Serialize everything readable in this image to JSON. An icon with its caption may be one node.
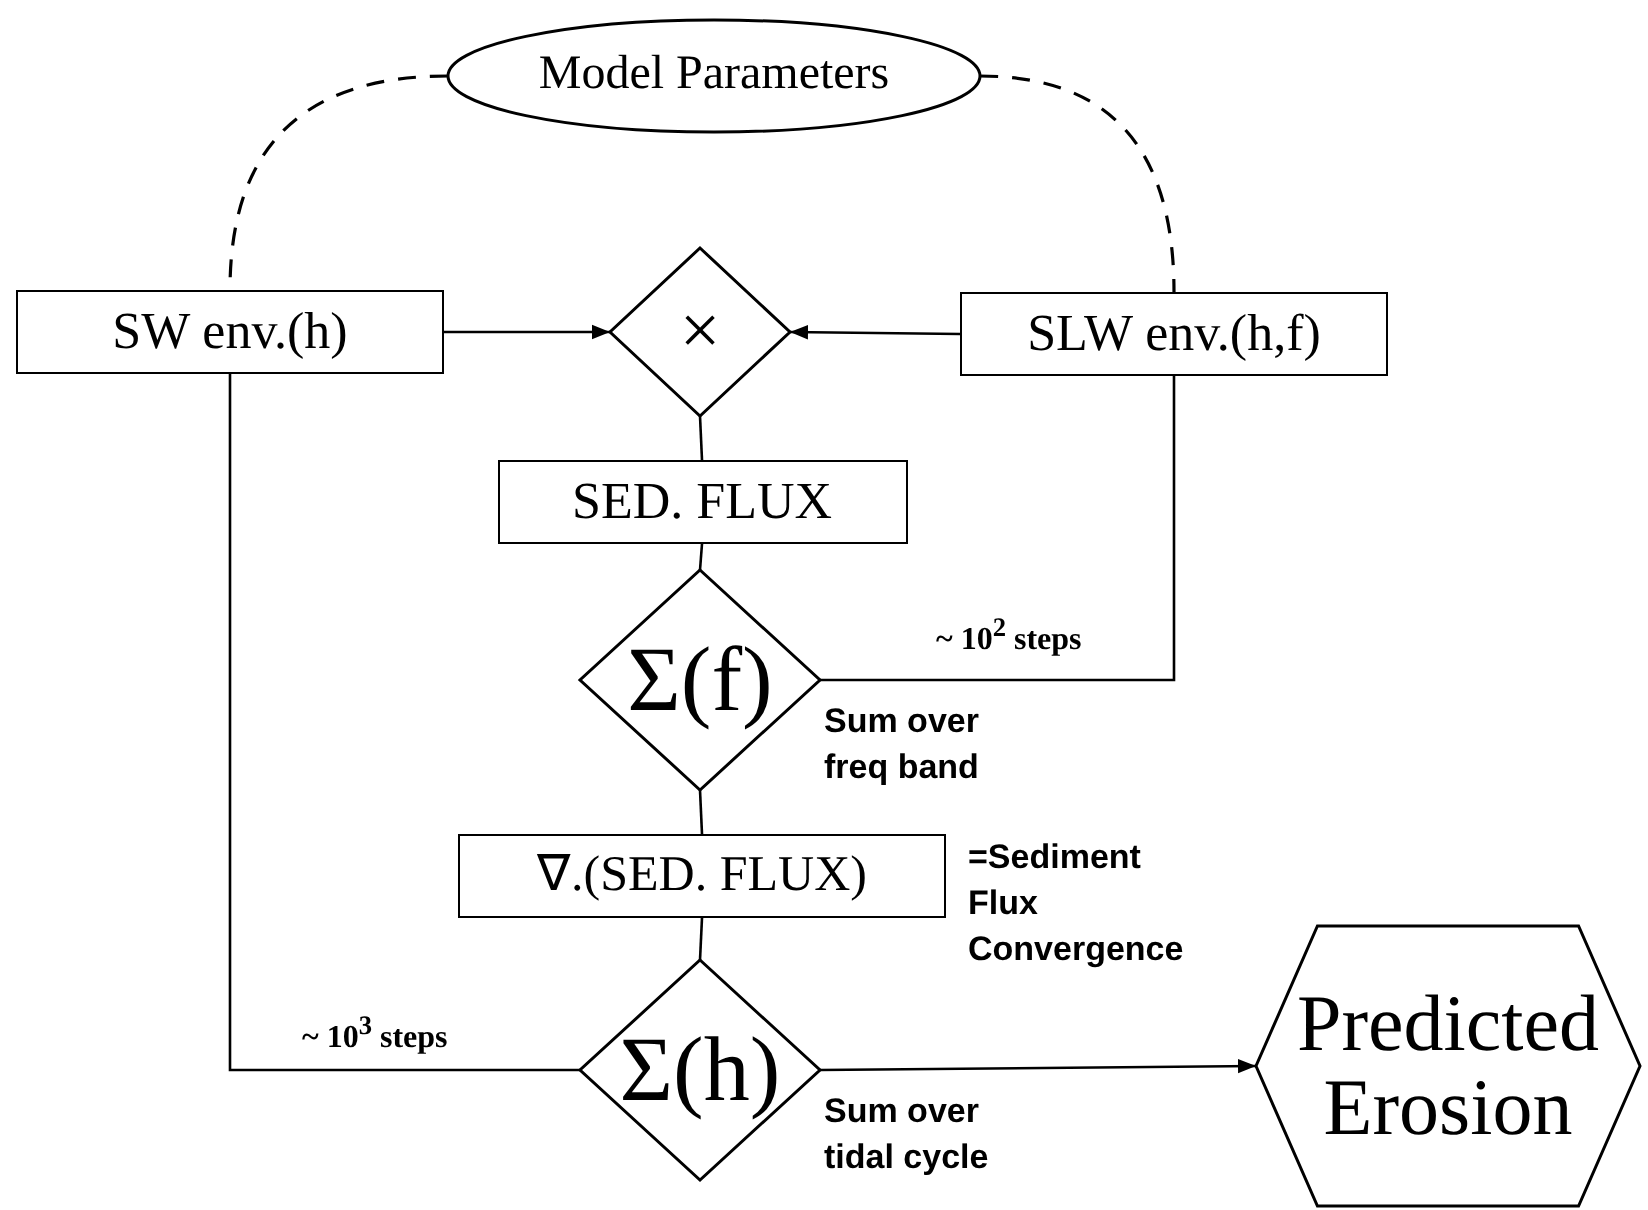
{
  "diagram": {
    "nodes": [
      {
        "text": [
          "Model Parameters"
        ]
      },
      {
        "text": [
          "SW env.(h)"
        ]
      },
      {
        "text": [
          "×"
        ]
      },
      {
        "text": [
          "SLW env.(h,f)"
        ]
      },
      {
        "text": [
          "SED. FLUX"
        ]
      },
      {
        "text": [
          "Σ(f)"
        ],
        "beside": [
          "Sum over freq band"
        ]
      },
      {
        "text": [
          "∇.(SED. FLUX)"
        ],
        "beside": [
          "=Sediment Flux Convergence"
        ]
      },
      {
        "text": [
          "Σ(h)"
        ],
        "beside": [
          "Sum over tidal cycle"
        ]
      },
      {
        "text": [
          "Predicted Erosion"
        ]
      }
    ],
    "edges": [
      {
        "from": 0,
        "to": 1,
        "arrow": "none",
        "style": "dashed"
      },
      {
        "from": 0,
        "to": 3,
        "arrow": "none",
        "style": "dashed"
      },
      {
        "from": 1,
        "to": 2,
        "arrow": "to"
      },
      {
        "from": 3,
        "to": 2,
        "arrow": "to"
      },
      {
        "from": 2,
        "to": 4,
        "arrow": "none"
      },
      {
        "from": 4,
        "to": 5,
        "arrow": "none"
      },
      {
        "from": 3,
        "to": 5,
        "arrow": "none",
        "label": "~ 10$^{2}$ steps"
      },
      {
        "from": 5,
        "to": 6,
        "arrow": "none"
      },
      {
        "from": 6,
        "to": 7,
        "arrow": "none"
      },
      {
        "from": 1,
        "to": 7,
        "arrow": "none",
        "label": "~ 10$^{3}$ steps"
      },
      {
        "from": 7,
        "to": 8,
        "arrow": "to"
      }
    ]
  }
}
